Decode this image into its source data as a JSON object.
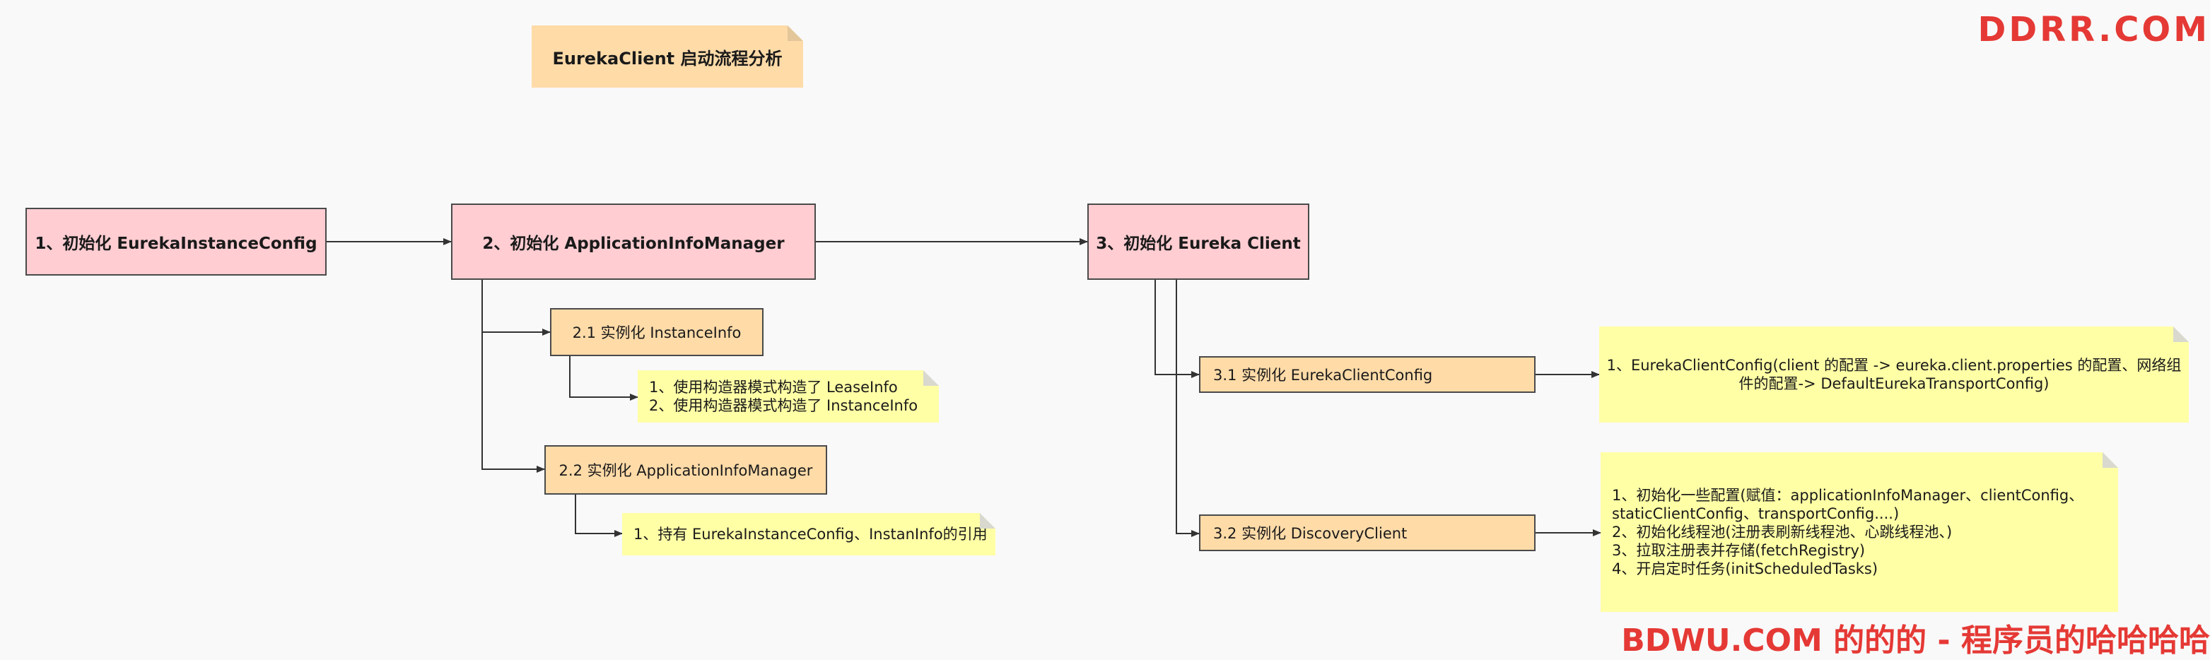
{
  "title": "EurekaClient 启动流程分析",
  "nodes": {
    "step1": "1、初始化 EurekaInstanceConfig",
    "step2": "2、初始化 ApplicationInfoManager",
    "step3": "3、初始化 Eureka Client",
    "step2_1": "2.1 实例化 InstanceInfo",
    "step2_2": "2.2 实例化 ApplicationInfoManager",
    "step3_1": "3.1 实例化 EurekaClientConfig",
    "step3_2": "3.2 实例化 DiscoveryClient"
  },
  "notes": {
    "note2_1": [
      "1、使用构造器模式构造了 LeaseInfo",
      "2、使用构造器模式构造了 InstanceInfo"
    ],
    "note2_2": [
      "1、持有 EurekaInstanceConfig、InstanInfo的引用"
    ],
    "note3_1": [
      "1、EurekaClientConfig(client 的配置 -> eureka.client.properties 的配置、网络组",
      "件的配置-> DefaultEurekaTransportConfig)"
    ],
    "note3_2": [
      "1、初始化一些配置(赋值：applicationInfoManager、clientConfig、",
      "staticClientConfig、transportConfig....)",
      "2、初始化线程池(注册表刷新线程池、心跳线程池、)",
      "3、拉取注册表并存储(fetchRegistry)",
      "4、开启定时任务(initScheduledTasks)"
    ]
  },
  "colors": {
    "pink": "#ffcdd2",
    "orange": "#ffdba8",
    "yellow_note": "#ffffa6",
    "line": "#333333"
  }
}
